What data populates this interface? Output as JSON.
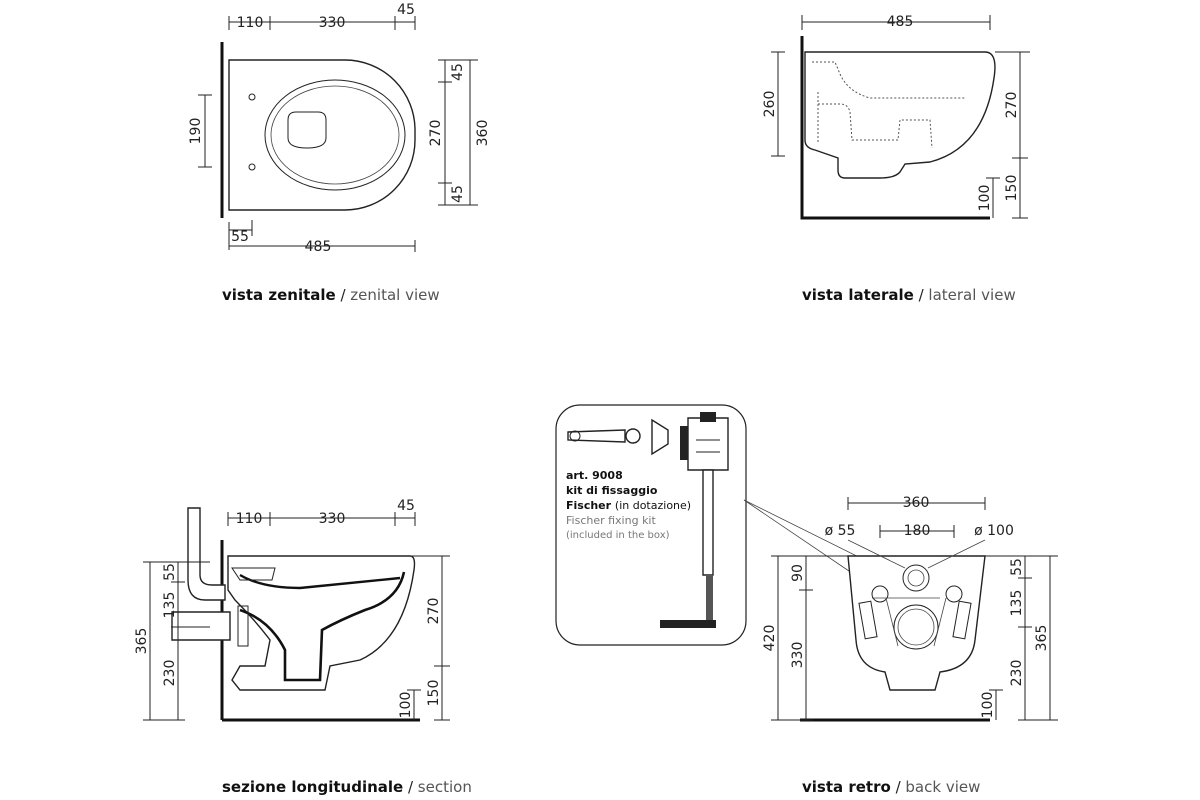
{
  "views": {
    "zenital": {
      "caption_it": "vista zenitale",
      "caption_sep": " / ",
      "caption_en": "zenital view",
      "dims": {
        "d110": "110",
        "d330": "330",
        "d45top": "45",
        "d190": "190",
        "d45a": "45",
        "d270": "270",
        "d360": "360",
        "d45b": "45",
        "d55": "55",
        "d485": "485"
      }
    },
    "lateral": {
      "caption_it": "vista laterale",
      "caption_sep": " / ",
      "caption_en": "lateral view",
      "dims": {
        "d485": "485",
        "d260": "260",
        "d270": "270",
        "d100": "100",
        "d150": "150"
      }
    },
    "section": {
      "caption_it": "sezione longitudinale",
      "caption_sep": " / ",
      "caption_en": "section",
      "dims": {
        "d110": "110",
        "d330": "330",
        "d45": "45",
        "d55": "55",
        "d135": "135",
        "d365": "365",
        "d230": "230",
        "d270": "270",
        "d100": "100",
        "d150": "150"
      }
    },
    "back": {
      "caption_it": "vista retro",
      "caption_sep": " / ",
      "caption_en": "back view",
      "dims": {
        "d360": "360",
        "d55dia": "ø 55",
        "d180": "180",
        "d100dia": "ø 100",
        "d90": "90",
        "d420": "420",
        "d330": "330",
        "d55": "55",
        "d135": "135",
        "d230": "230",
        "d365": "365",
        "d100": "100"
      }
    }
  },
  "kit": {
    "line1": "art. 9008",
    "line2": "kit di fissaggio",
    "line3a": "Fischer ",
    "line3b": "(in dotazione)",
    "line4": "Fischer fixing kit",
    "line5": "(included in the box)"
  }
}
